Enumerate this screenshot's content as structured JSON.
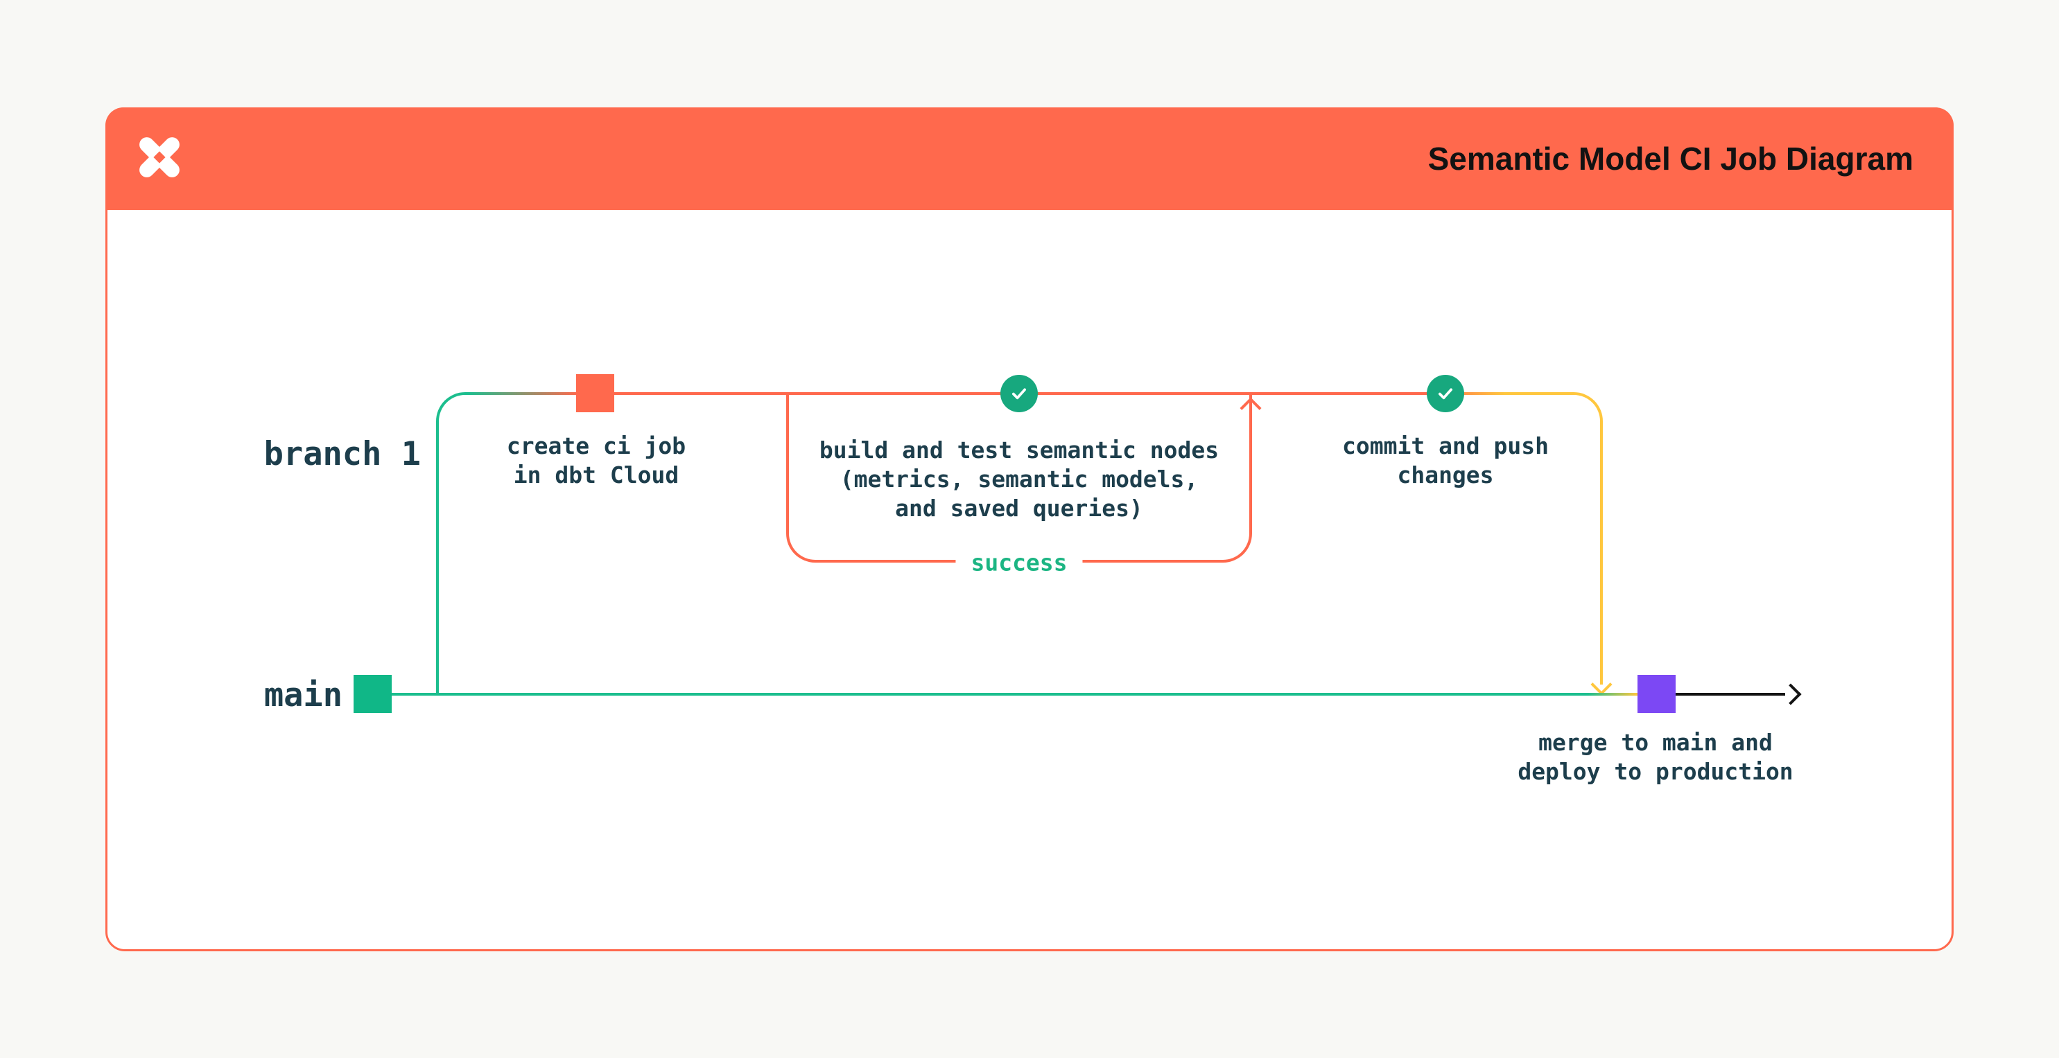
{
  "header": {
    "title": "Semantic Model CI Job Diagram",
    "logo_icon": "dbt-logo"
  },
  "diagram": {
    "branch_label": "branch 1",
    "main_label": "main",
    "steps": {
      "create_ci_job": {
        "label": "create ci job\nin dbt Cloud",
        "marker": "orange-commit-square"
      },
      "build_test": {
        "label": "build and test semantic nodes\n(metrics, semantic models,\nand saved queries)",
        "marker": "check-circle"
      },
      "commit_push": {
        "label": "commit and push\nchanges",
        "marker": "check-circle"
      },
      "merge_deploy": {
        "label": "merge to main and\ndeploy to production",
        "marker": "purple-commit-square"
      }
    },
    "success_label": "success",
    "markers": {
      "main_start": "green-commit-square"
    }
  },
  "colors": {
    "coral": "#FF694D",
    "emerald_line": "#1CBE8E",
    "emerald_square": "#10B787",
    "emerald_circle": "#17A87E",
    "success_text": "#1CB583",
    "gold": "#FFC73E",
    "violet": "#7C48F4",
    "ink": "#1D3E4C",
    "arrow_black": "#141414",
    "card_bg": "#FFFFFF",
    "page_bg": "#F8F8F5"
  }
}
